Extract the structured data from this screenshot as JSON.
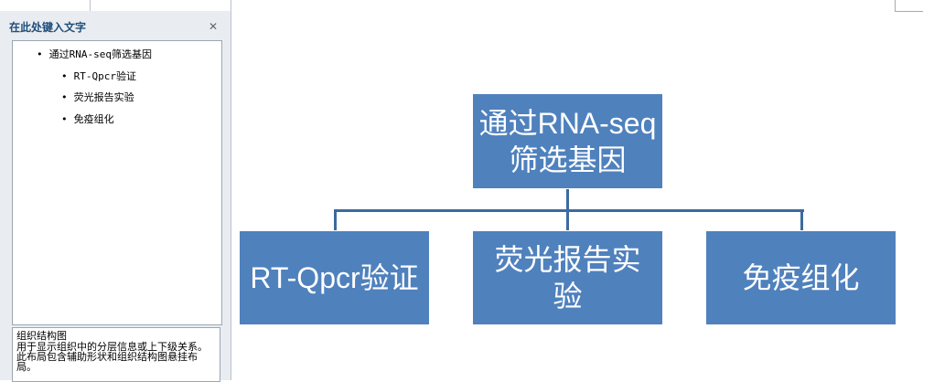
{
  "text_pane": {
    "title": "在此处键入文字",
    "close_icon": "close-icon",
    "items": [
      {
        "text": "通过RNA-seq筛选基因",
        "level": 1
      },
      {
        "text": "RT-Qpcr验证",
        "level": 2
      },
      {
        "text": "荧光报告实验",
        "level": 2
      },
      {
        "text": "免疫组化",
        "level": 2
      }
    ],
    "description_title": "组织结构图",
    "description": "用于显示组织中的分层信息或上下级关系。此布局包含辅助形状和组织结构图悬挂布局。"
  },
  "diagram": {
    "root": "通过RNA-seq筛选基因",
    "children": [
      "RT-Qpcr验证",
      "荧光报告实验",
      "免疫组化"
    ],
    "fill_color": "#4F81BD",
    "line_color": "#3C6AA0"
  }
}
